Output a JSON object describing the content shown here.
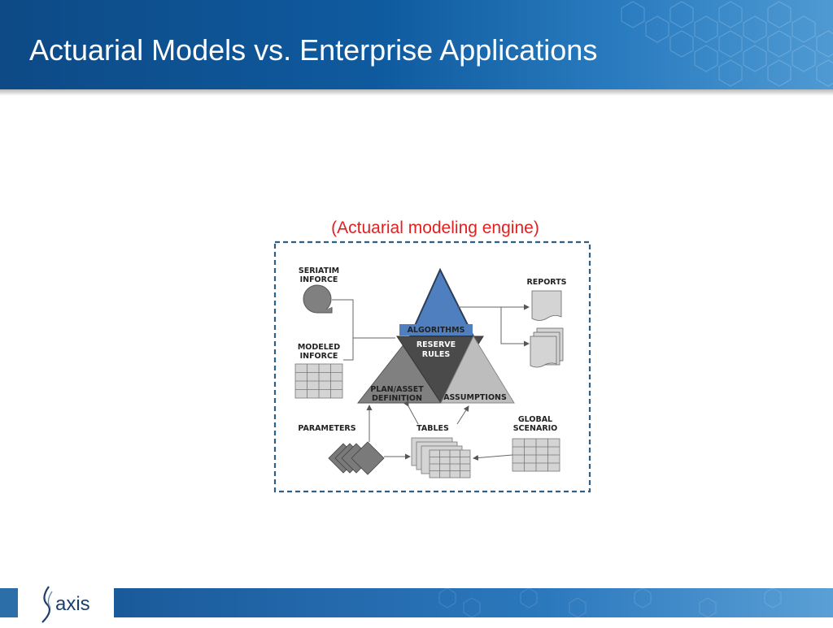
{
  "slide": {
    "title": "Actuarial Models vs. Enterprise Applications",
    "subtitle": "(Actuarial modeling engine)"
  },
  "diagram": {
    "labels": {
      "seriatim": [
        "SERIATIM",
        "INFORCE"
      ],
      "modeled": [
        "MODELED",
        "INFORCE"
      ],
      "parameters": "PARAMETERS",
      "tables": "TABLES",
      "global": [
        "GLOBAL",
        "SCENARIO"
      ],
      "reports": "REPORTS",
      "algorithms": "ALGORITHMS",
      "reserve": [
        "RESERVE",
        "RULES"
      ],
      "plan": [
        "PLAN/ASSET",
        "DEFINITION"
      ],
      "assumptions": "ASSUMPTIONS"
    },
    "colors": {
      "algorithms": "#4f7fbf",
      "reserve": "#4a4a4a",
      "plan": "#808080",
      "assumptions": "#bdbdbd",
      "frame": "#2e5f86"
    }
  },
  "footer": {
    "logo_text": "axis"
  }
}
